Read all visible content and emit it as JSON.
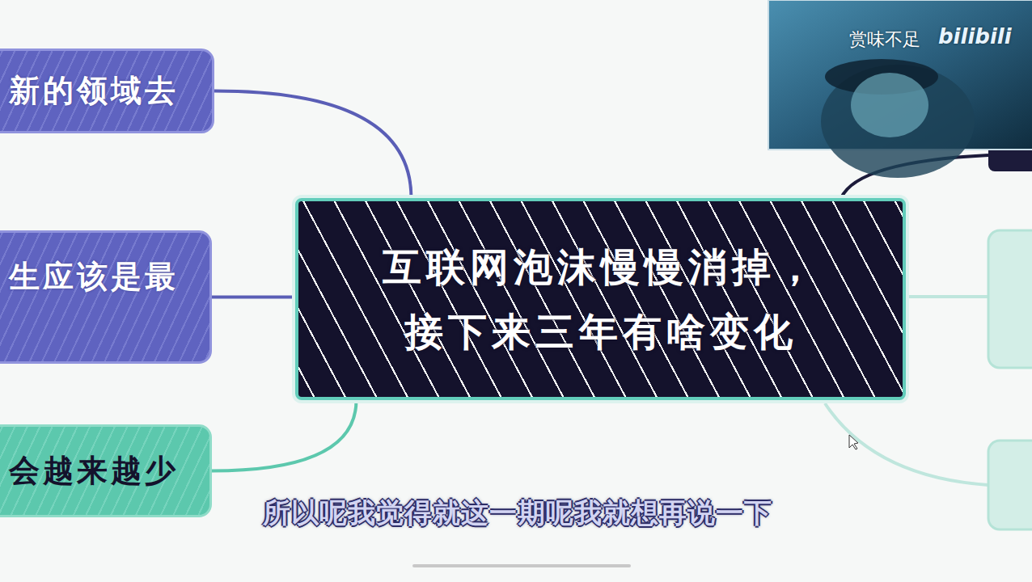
{
  "diagram": {
    "nodes": [
      {
        "text": [
          "互联网泡沫慢慢消掉， 接下来三年有啥变化"
        ]
      },
      {
        "text": [
          "新的领域去"
        ]
      },
      {
        "text": [
          "生应该是最"
        ]
      },
      {
        "text": [
          "会越来越少"
        ]
      }
    ],
    "edges": [
      {
        "from": 0,
        "to": 1,
        "arrow": "none"
      },
      {
        "from": 0,
        "to": 2,
        "arrow": "none"
      },
      {
        "from": 0,
        "to": 3,
        "arrow": "none"
      }
    ],
    "labels": [
      "赏味不足",
      "bilibili",
      "所以呢我觉得就这一期呢我就想再说一下"
    ]
  }
}
